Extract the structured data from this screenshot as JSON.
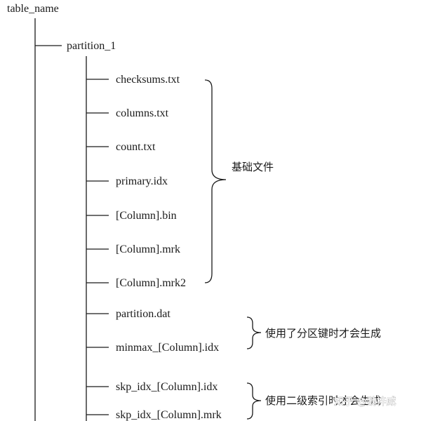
{
  "root": {
    "label": "table_name"
  },
  "partition": {
    "label": "partition_1"
  },
  "files": [
    {
      "label": "checksums.txt"
    },
    {
      "label": "columns.txt"
    },
    {
      "label": "count.txt"
    },
    {
      "label": "primary.idx"
    },
    {
      "label": "[Column].bin"
    },
    {
      "label": "[Column].mrk"
    },
    {
      "label": "[Column].mrk2"
    },
    {
      "label": "partition.dat"
    },
    {
      "label": "minmax_[Column].idx"
    },
    {
      "label": "skp_idx_[Column].idx"
    },
    {
      "label": "skp_idx_[Column].mrk"
    }
  ],
  "groups": [
    {
      "label": "基础文件"
    },
    {
      "label": "使用了分区键时才会生成"
    },
    {
      "label": "使用二级索引时才会生成"
    }
  ],
  "watermark": {
    "label": "知乎 @魏梓威"
  }
}
